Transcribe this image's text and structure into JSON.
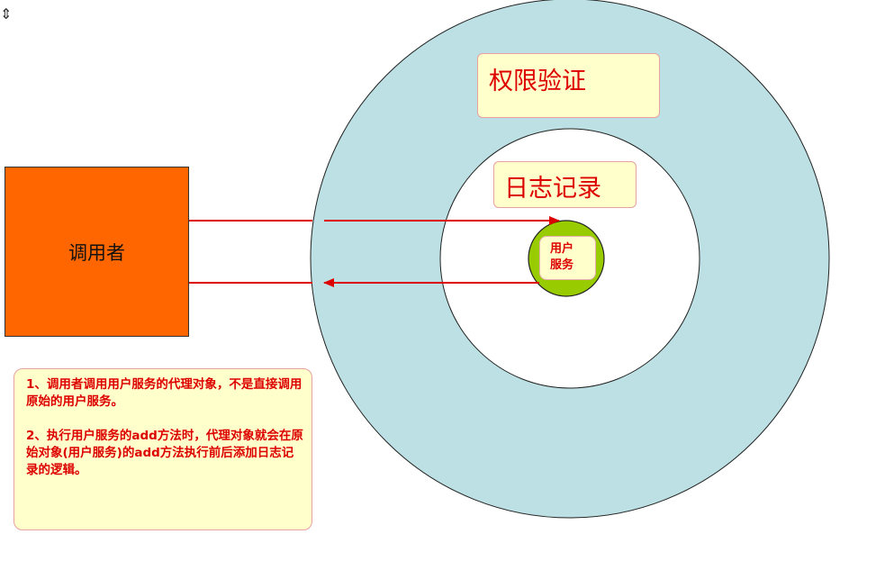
{
  "caller": {
    "label": "调用者"
  },
  "layers": {
    "auth": {
      "label": "权限验证"
    },
    "log": {
      "label": "日志记录"
    },
    "service": {
      "label_line1": "用户",
      "label_line2": "服务"
    }
  },
  "note": {
    "para1": "1、调用者调用用户服务的代理对象，不是直接调用原始的用户服务。",
    "para2": "2、执行用户服务的add方法时，代理对象就会在原始对象(用户服务)的add方法执行前后添加日志记录的逻辑。"
  },
  "colors": {
    "outer_ring": "#bce0e3",
    "core_circle": "#99cc00",
    "caller_box": "#ff6600",
    "arrow": "#dd0000",
    "label_bg": "#ffffcc",
    "label_text": "#dd0000"
  },
  "icons": {
    "corner": "double-arrow-cursor-icon"
  }
}
